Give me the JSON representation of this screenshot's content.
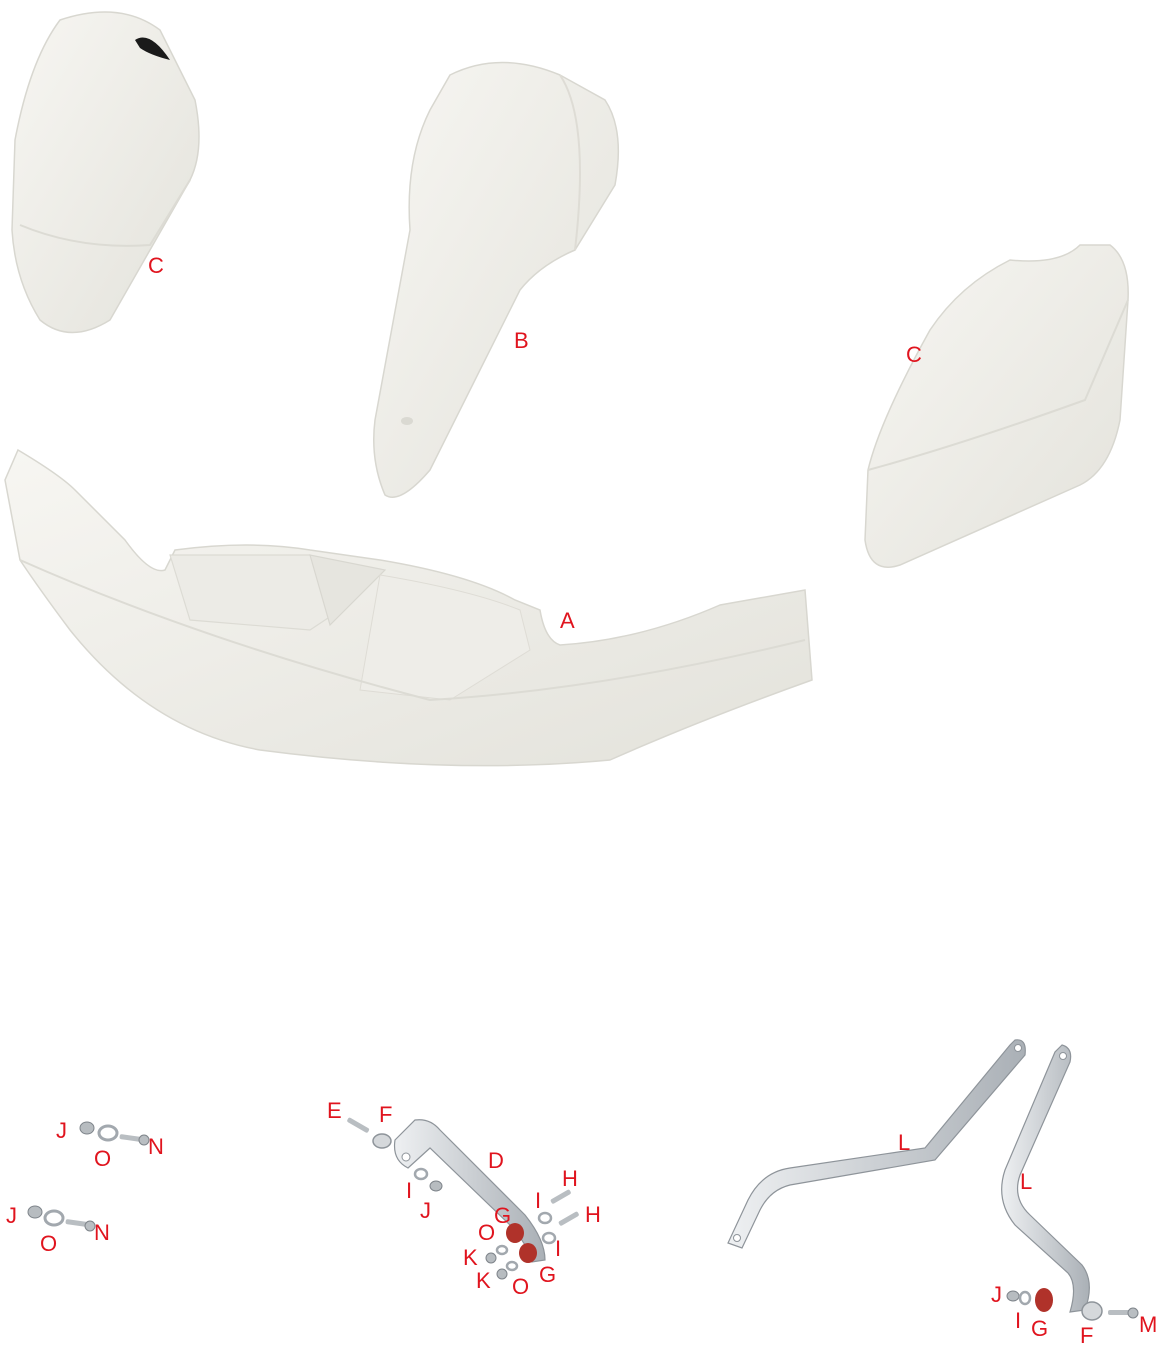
{
  "colors": {
    "label": "#e0141e",
    "plastic": "#efeee9",
    "plastic_shade": "#dcdbd4",
    "metal": "#c9cdd1",
    "metal_edge": "#8e949a",
    "washer_red": "#b0322a"
  },
  "parts": {
    "nose_front": "A",
    "nose_top": "B",
    "side_fairing_left": "C",
    "side_fairing_right": "C",
    "bracket_center": "D"
  },
  "hardware": {
    "left_top": [
      "J",
      "O",
      "N"
    ],
    "left_bottom": [
      "J",
      "O",
      "N"
    ],
    "center": [
      "E",
      "F",
      "I",
      "J",
      "I",
      "H",
      "H",
      "O",
      "G",
      "I",
      "K",
      "K",
      "O",
      "G"
    ],
    "right_arms": [
      "L",
      "L"
    ],
    "right_bottom": [
      "J",
      "I",
      "G",
      "F",
      "M"
    ]
  }
}
